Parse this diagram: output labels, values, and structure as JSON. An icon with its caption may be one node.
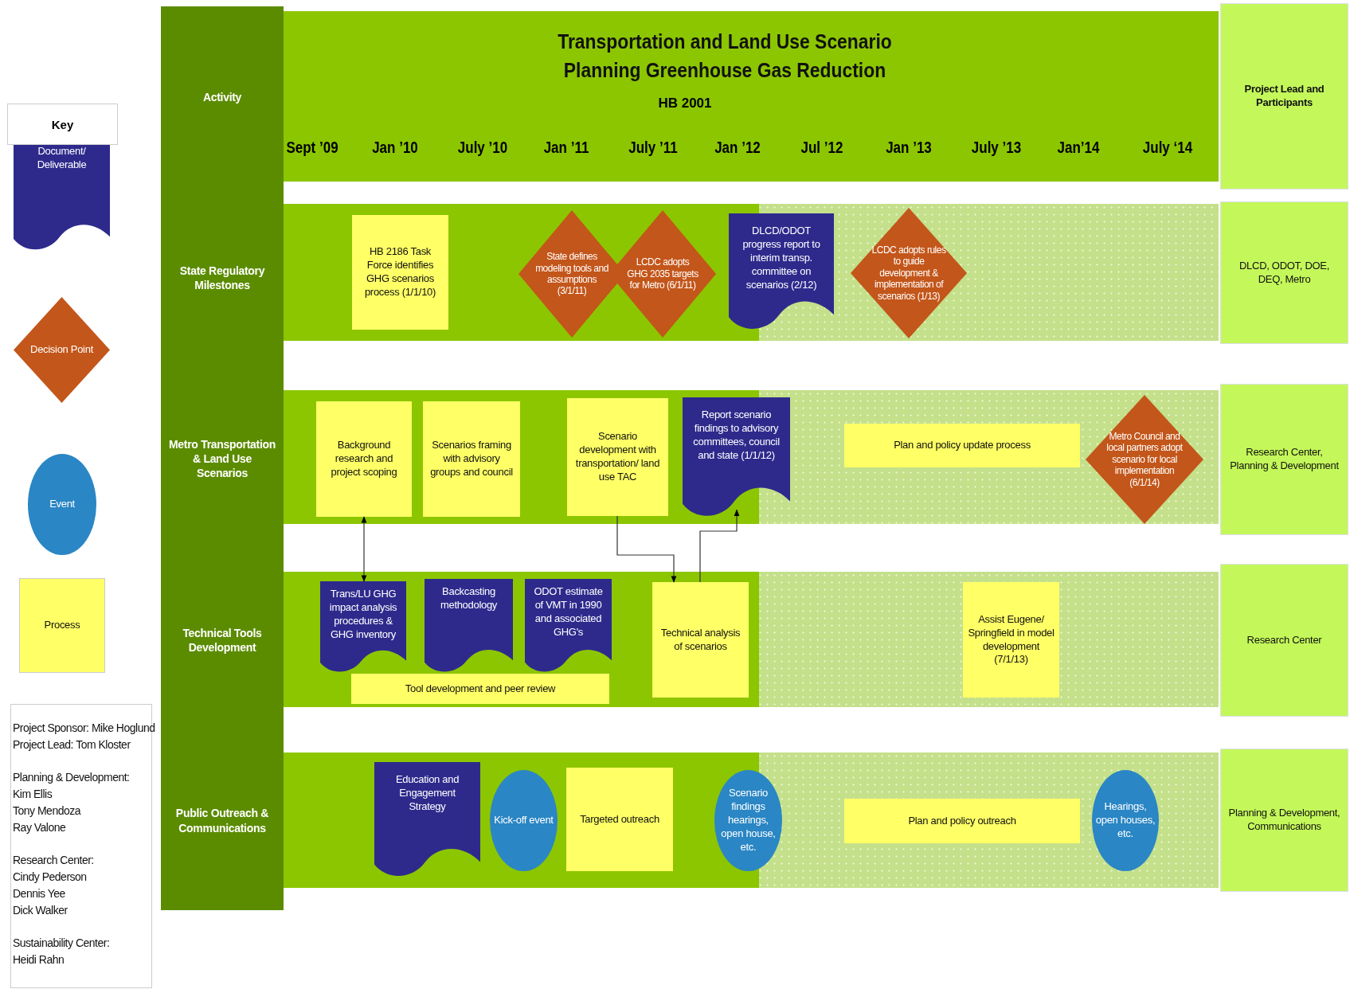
{
  "diagram": {
    "title": "Transportation and Land Use Scenario Planning Greenhouse Gas Reduction",
    "nodes": [
      {
        "text": [
          "Activity"
        ]
      },
      {
        "text": [
          "Project Lead and Participants"
        ]
      },
      {
        "text": [
          "State Regulatory Milestones"
        ]
      },
      {
        "text": [
          "HB 2186 Task Force identifies GHG scenarios process (1/1/10)"
        ]
      },
      {
        "text": [
          "State defines modeling tools and assumptions (3/1/11)"
        ]
      },
      {
        "text": [
          "LCDC adopts GHG 2035 targets for Metro (6/1/11)"
        ]
      },
      {
        "text": [
          "DLCD/ODOT progress report to interim transp. committee on scenarios (2/12)"
        ]
      },
      {
        "text": [
          "LCDC adopts rules to guide development & implementation of scenarios (1/13)"
        ]
      },
      {
        "text": [
          "DLCD, ODOT, DOE, DEQ, Metro"
        ]
      },
      {
        "text": [
          "Metro Transportation & Land Use Scenarios"
        ]
      },
      {
        "text": [
          "Background research and project scoping"
        ]
      },
      {
        "text": [
          "Scenarios framing with advisory groups and council"
        ]
      },
      {
        "text": [
          "Scenario development with transportation/ land use TAC"
        ]
      },
      {
        "text": [
          "Report scenario findings to advisory committees, council and state (1/1/12)"
        ]
      },
      {
        "text": [
          "Plan and policy update process"
        ]
      },
      {
        "text": [
          "Metro Council and local partners adopt scenario for local implementation (6/1/14)"
        ]
      },
      {
        "text": [
          "Research Center, Planning & Development"
        ]
      },
      {
        "text": [
          "Technical Tools Development"
        ]
      },
      {
        "text": [
          "Trans/LU GHG impact analysis procedures & GHG inventory"
        ]
      },
      {
        "text": [
          "Backcasting methodology"
        ]
      },
      {
        "text": [
          "ODOT estimate of VMT in 1990 and associated GHG's"
        ]
      },
      {
        "text": [
          "Tool development and peer review"
        ]
      },
      {
        "text": [
          "Technical analysis of scenarios"
        ]
      },
      {
        "text": [
          "Assist Eugene/ Springfield in model development (7/1/13)"
        ]
      },
      {
        "text": [
          "Research Center"
        ]
      },
      {
        "text": [
          "Public Outreach & Communications"
        ]
      },
      {
        "text": [
          "Education and Engagement Strategy"
        ]
      },
      {
        "text": [
          "Kick-off event"
        ]
      },
      {
        "text": [
          "Targeted outreach"
        ]
      },
      {
        "text": [
          "Scenario findings hearings, open house, etc."
        ]
      },
      {
        "text": [
          "Plan and policy outreach"
        ]
      },
      {
        "text": [
          "Hearings, open houses, etc."
        ]
      },
      {
        "text": [
          "Planning & Development, Communications"
        ]
      }
    ],
    "edges": [
      {
        "from": 10,
        "to": 18,
        "arrow": "both"
      },
      {
        "from": 12,
        "to": 22,
        "arrow": "to"
      },
      {
        "from": 22,
        "to": 13,
        "arrow": "to"
      }
    ],
    "labels": [
      "HB 2001",
      "Sept ’09",
      "Jan ’10",
      "July ’10",
      "Jan ’11",
      "July ’11",
      "Jan ’12",
      "Jul ’12",
      "Jan ’13",
      "July ’13",
      "Jan’14",
      "July ‘14",
      "Key",
      "Project Sponsor: Mike Hoglund",
      "Project Lead: Tom Kloster",
      "Planning & Development:",
      "Kim Ellis",
      "Tony Mendoza",
      "Ray Valone",
      "Research Center:",
      "Cindy Pederson",
      "Dennis Yee",
      "Dick Walker",
      "Sustainability Center:",
      "Heidi Rahn"
    ],
    "legend": [
      {
        "text": "Document/ Deliverable"
      },
      {
        "text": "Decision Point"
      },
      {
        "text": "Event"
      },
      {
        "text": "Process"
      }
    ]
  }
}
